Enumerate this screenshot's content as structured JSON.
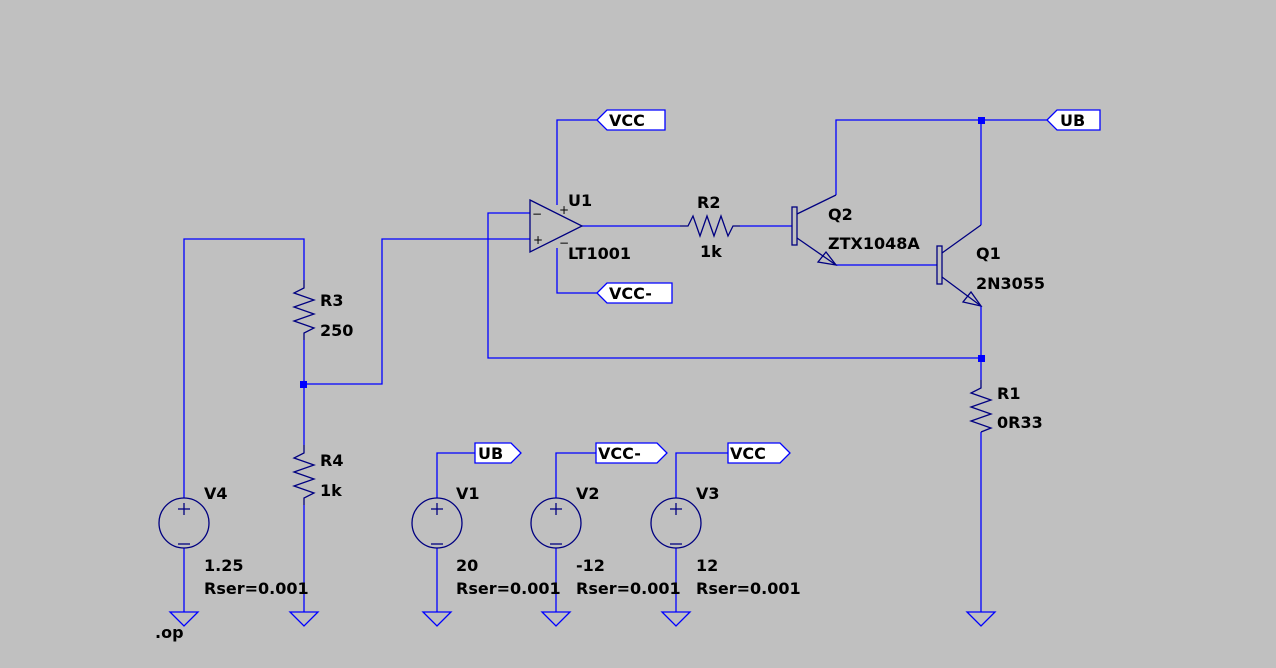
{
  "components": {
    "u1": {
      "ref": "U1",
      "value": "LT1001"
    },
    "r1": {
      "ref": "R1",
      "value": "0R33"
    },
    "r2": {
      "ref": "R2",
      "value": "1k"
    },
    "r3": {
      "ref": "R3",
      "value": "250"
    },
    "r4": {
      "ref": "R4",
      "value": "1k"
    },
    "q1": {
      "ref": "Q1",
      "value": "2N3055"
    },
    "q2": {
      "ref": "Q2",
      "value": "ZTX1048A"
    },
    "v1": {
      "ref": "V1",
      "value": "20",
      "rser": "Rser=0.001"
    },
    "v2": {
      "ref": "V2",
      "value": "-12",
      "rser": "Rser=0.001"
    },
    "v3": {
      "ref": "V3",
      "value": "12",
      "rser": "Rser=0.001"
    },
    "v4": {
      "ref": "V4",
      "value": "1.25",
      "rser": "Rser=0.001"
    }
  },
  "net_labels": {
    "vcc": "VCC",
    "vcc_neg": "VCC-",
    "ub": "UB"
  },
  "directives": {
    "op": ".op"
  },
  "opamp_pins": {
    "plus": "+",
    "minus": "−"
  },
  "colors": {
    "wire": "#0000ff",
    "component": "#000080",
    "background": "#c0c0c0"
  }
}
